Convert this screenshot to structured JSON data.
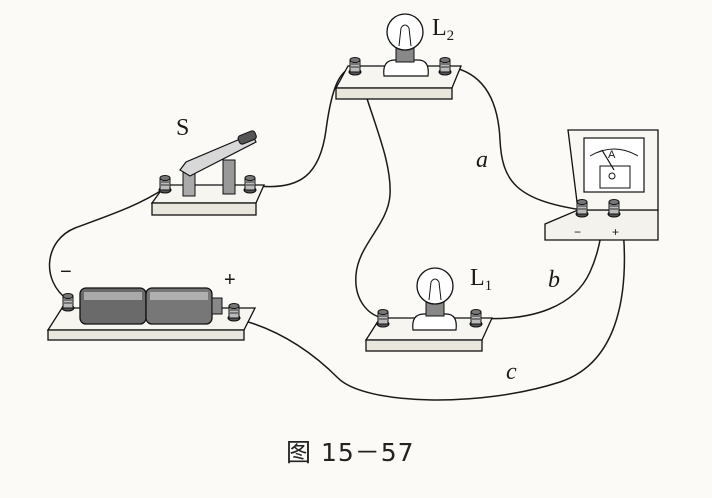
{
  "figure": {
    "caption": "图 15－57",
    "labels": {
      "switch": "S",
      "lamp1": "L",
      "lamp1_sub": "1",
      "lamp2": "L",
      "lamp2_sub": "2",
      "wire_a": "a",
      "wire_b": "b",
      "wire_c": "c",
      "battery_plus": "+",
      "battery_minus": "−",
      "meter_unit": "A",
      "meter_minus": "−",
      "meter_plus": "+"
    }
  }
}
